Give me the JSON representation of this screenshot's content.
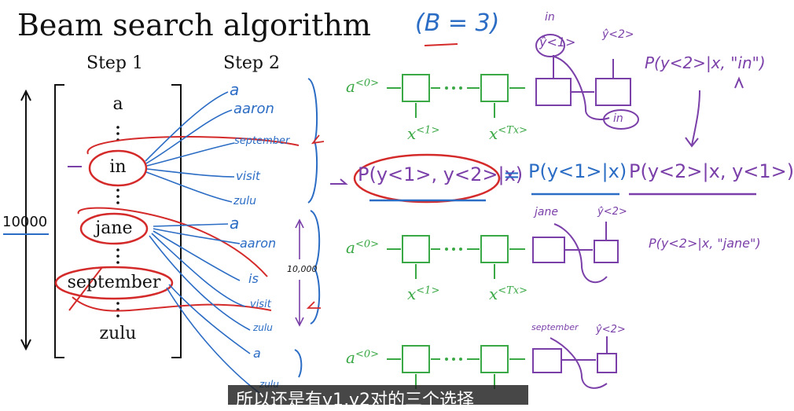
{
  "title": "Beam search algorithm",
  "beam_width": "(B = 3)",
  "steps": {
    "step1": "Step 1",
    "step2": "Step 2"
  },
  "vocab_size": "10000",
  "step1_words": [
    "a",
    "in",
    "jane",
    "september",
    "zulu"
  ],
  "step2_lists": {
    "in": [
      "a",
      "aaron",
      "september",
      "visit",
      "zulu"
    ],
    "jane": [
      "a",
      "aaron",
      "is",
      "visit",
      "zulu"
    ],
    "september": [
      "a",
      "zulu"
    ]
  },
  "count_note": "10,000",
  "network": {
    "a0": "a",
    "a0_sup": "<0>",
    "x1": "x",
    "x1_sup": "<1>",
    "xt": "x",
    "xt_sup": "<Tx>",
    "y1_label": "ŷ<1>",
    "y2_label": "ŷ<2>",
    "inputs": [
      "in",
      "jane",
      "september"
    ]
  },
  "equation": {
    "lhs": "P(y<1>, y<2>|x)",
    "equals": "=",
    "term1": "P(y<1>|x)",
    "term2": "P(y<2>|x, y<1>)"
  },
  "conditionals": [
    "P(y<2>|x, \"in\")",
    "P(y<2>|x, \"jane\")"
  ],
  "subtitle": "所以还是有y1,y2对的三个选择"
}
